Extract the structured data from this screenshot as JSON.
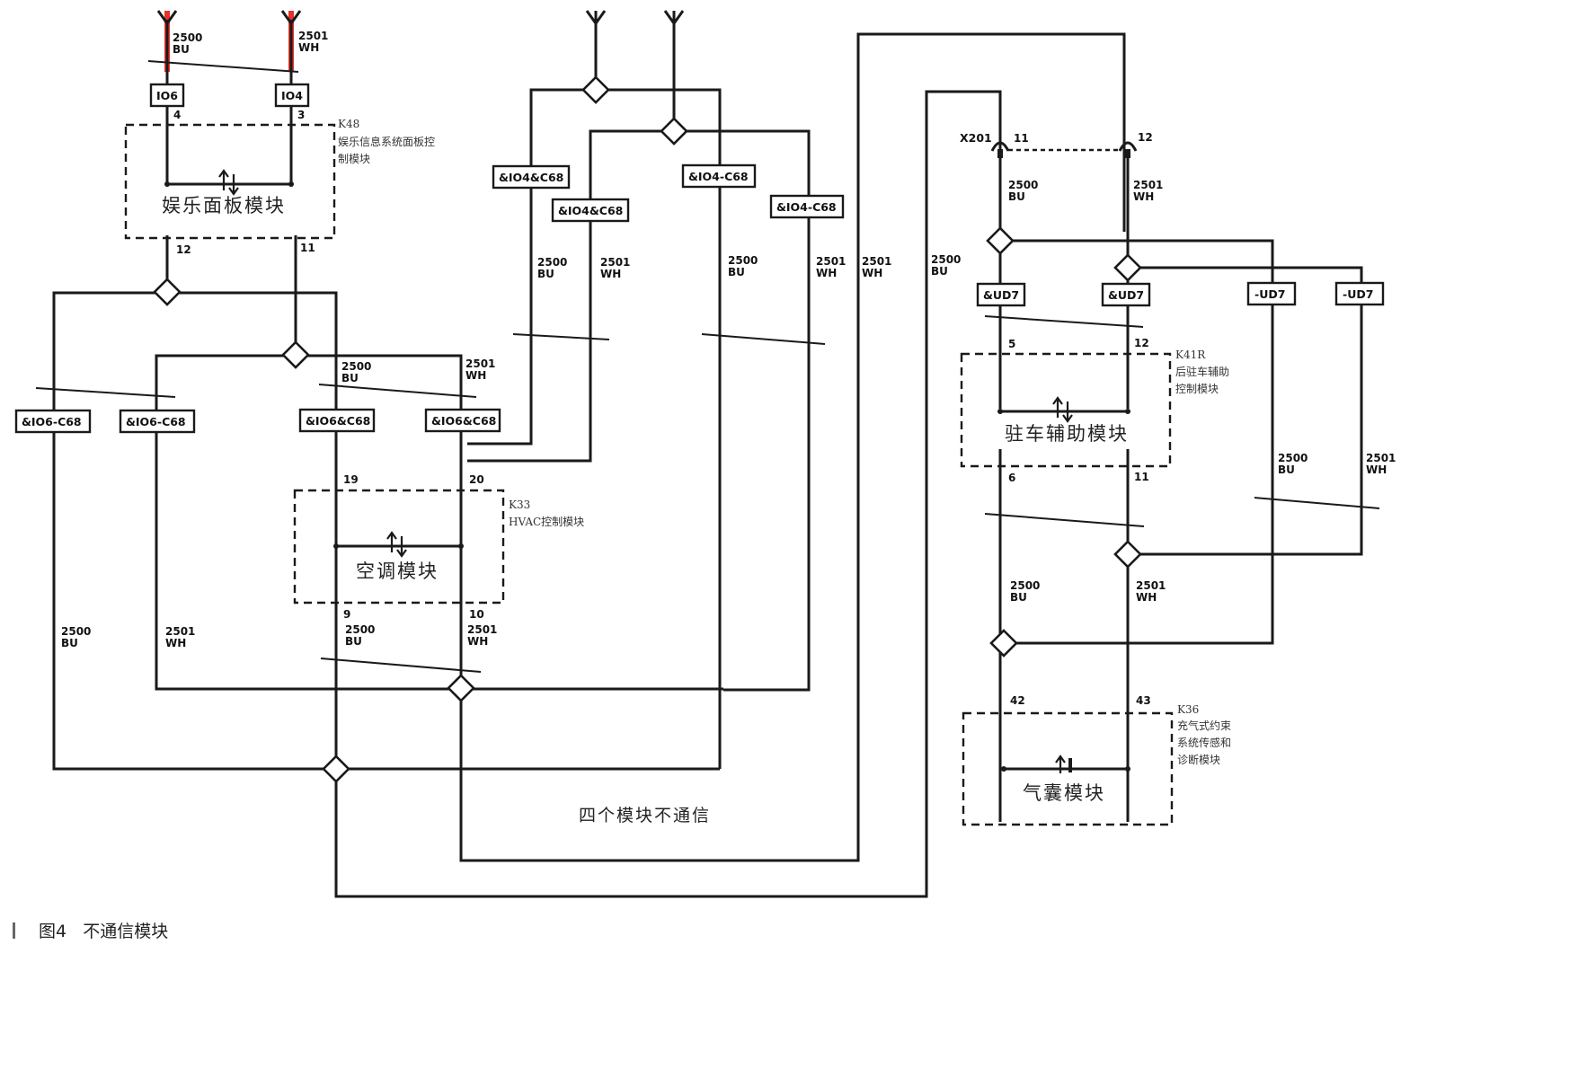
{
  "modules": {
    "k48": {
      "code": "K48",
      "desc_line1": "娱乐信息系统面板控",
      "desc_line2": "制模块",
      "name": "娱乐面板模块"
    },
    "k33": {
      "code": "K33",
      "desc_line1": "HVAC控制模块",
      "name": "空调模块"
    },
    "k41r": {
      "code": "K41R",
      "desc_line1": "后驻车辅助",
      "desc_line2": "控制模块",
      "name": "驻车辅助模块"
    },
    "k36": {
      "code": "K36",
      "desc_line1": "充气式约束",
      "desc_line2": "系统传感和",
      "desc_line3": "诊断模块",
      "name": "气囊模块"
    }
  },
  "connectors": {
    "io6": "IO6",
    "io4": "IO4",
    "io6_c68": "&IO6-C68",
    "io6andc68": "&IO6&C68",
    "io4andc68": "&IO4&C68",
    "io4_c68": "&IO4-C68",
    "ud7": "&UD7",
    "neg_ud7": "-UD7",
    "x201": "X201"
  },
  "wires": {
    "bu_num": "2500",
    "bu_color": "BU",
    "wh_num": "2501",
    "wh_color": "WH"
  },
  "pins": {
    "k48_top_left": "4",
    "k48_top_right": "3",
    "k48_bot_left": "12",
    "k48_bot_right": "11",
    "k33_top_left": "19",
    "k33_top_right": "20",
    "k33_bot_left": "9",
    "k33_bot_right": "10",
    "x201_left": "11",
    "x201_right": "12",
    "k41r_top_left": "5",
    "k41r_top_right": "12",
    "k41r_bot_left": "6",
    "k41r_bot_right": "11",
    "k36_left": "42",
    "k36_right": "43"
  },
  "note": "四个模块不通信",
  "caption": {
    "figure": "图4",
    "text": "不通信模块"
  },
  "colors": {
    "highlight": "#e8322a",
    "line": "#1a1a1a"
  }
}
